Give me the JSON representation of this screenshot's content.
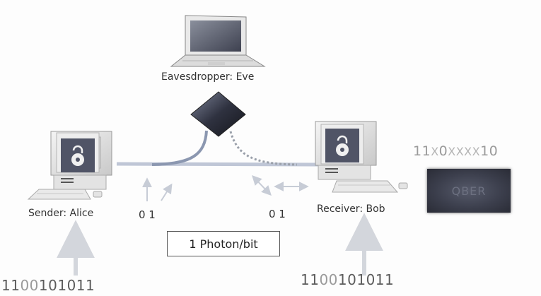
{
  "labels": {
    "eve": "Eavesdropper: Eve",
    "alice": "Sender: Alice",
    "bob": "Receiver: Bob",
    "photon": "1 Photon/bit",
    "alice_basis": "0 1",
    "bob_basis": "0 1",
    "qber": "QBER"
  },
  "alice_bits": {
    "prefix": "11",
    "mid": "00",
    "suffix": "101011"
  },
  "bob_bits": {
    "prefix": "11",
    "mid": "00",
    "suffix": "101011"
  },
  "sifted_key": [
    {
      "t": "11",
      "c": "g"
    },
    {
      "t": "X",
      "c": "x"
    },
    {
      "t": "0",
      "c": "g"
    },
    {
      "t": "XXXX",
      "c": "x"
    },
    {
      "t": "10",
      "c": "g"
    }
  ],
  "colors": {
    "fiber": "#bfc6d6",
    "tap_solid": "#8b97b0",
    "tap_dotted": "#9aa0aa",
    "arrow": "#c7ccd6",
    "bits_dark": "#5c5c5c",
    "bits_gray": "#9a9a9a",
    "accent_blue": "#9aa4c8"
  },
  "icons": {
    "eve_device": "laptop-icon",
    "tap": "beam-splitter-icon",
    "alice_device": "desktop-computer-lock-icon",
    "bob_device": "desktop-computer-lock-icon"
  }
}
